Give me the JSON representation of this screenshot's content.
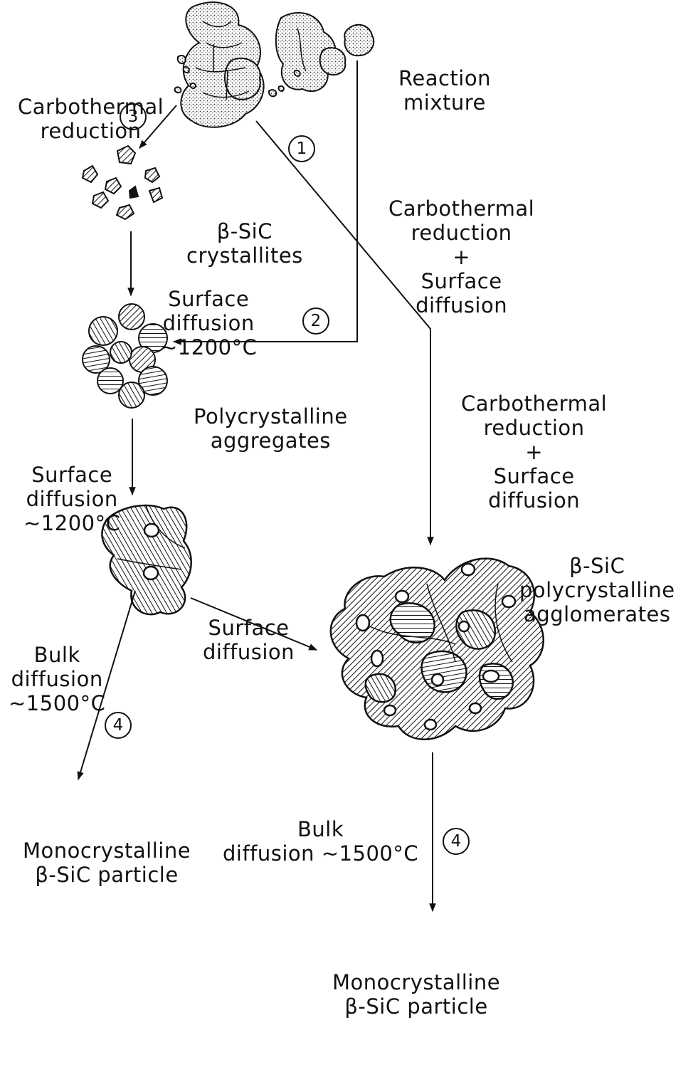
{
  "labels": {
    "reaction_mixture": [
      "Reaction",
      "mixture"
    ],
    "carbothermal_reduction_top": [
      "Carbothermal",
      "reduction"
    ],
    "sic_crystallites": [
      "β-SiC",
      "crystallites"
    ],
    "surface_diffusion_1200_a": [
      "Surface",
      "diffusion",
      "~1200°C"
    ],
    "carbothermal_surface_right_a": [
      "Carbothermal",
      "reduction",
      "+",
      "Surface",
      "diffusion"
    ],
    "polycrystalline_aggregates": [
      "Polycrystalline",
      "aggregates"
    ],
    "carbothermal_surface_right_b": [
      "Carbothermal",
      "reduction",
      "+",
      "Surface",
      "diffusion"
    ],
    "surface_diffusion_1200_b": [
      "Surface",
      "diffusion",
      "~1200°C"
    ],
    "sic_agglomerates": [
      "β-SiC",
      "polycrystalline",
      "agglomerates"
    ],
    "surface_diffusion_mid": [
      "Surface",
      "diffusion"
    ],
    "bulk_diffusion_left": [
      "Bulk",
      "diffusion",
      "~1500°C"
    ],
    "bulk_diffusion_right": [
      "Bulk",
      "diffusion ~1500°C"
    ],
    "mono_left": [
      "Monocrystalline",
      "β-SiC particle"
    ],
    "mono_right": [
      "Monocrystalline",
      "β-SiC particle"
    ]
  },
  "route_numbers": {
    "n1": "1",
    "n2": "2",
    "n3": "3",
    "n4_left": "4",
    "n4_right": "4"
  }
}
